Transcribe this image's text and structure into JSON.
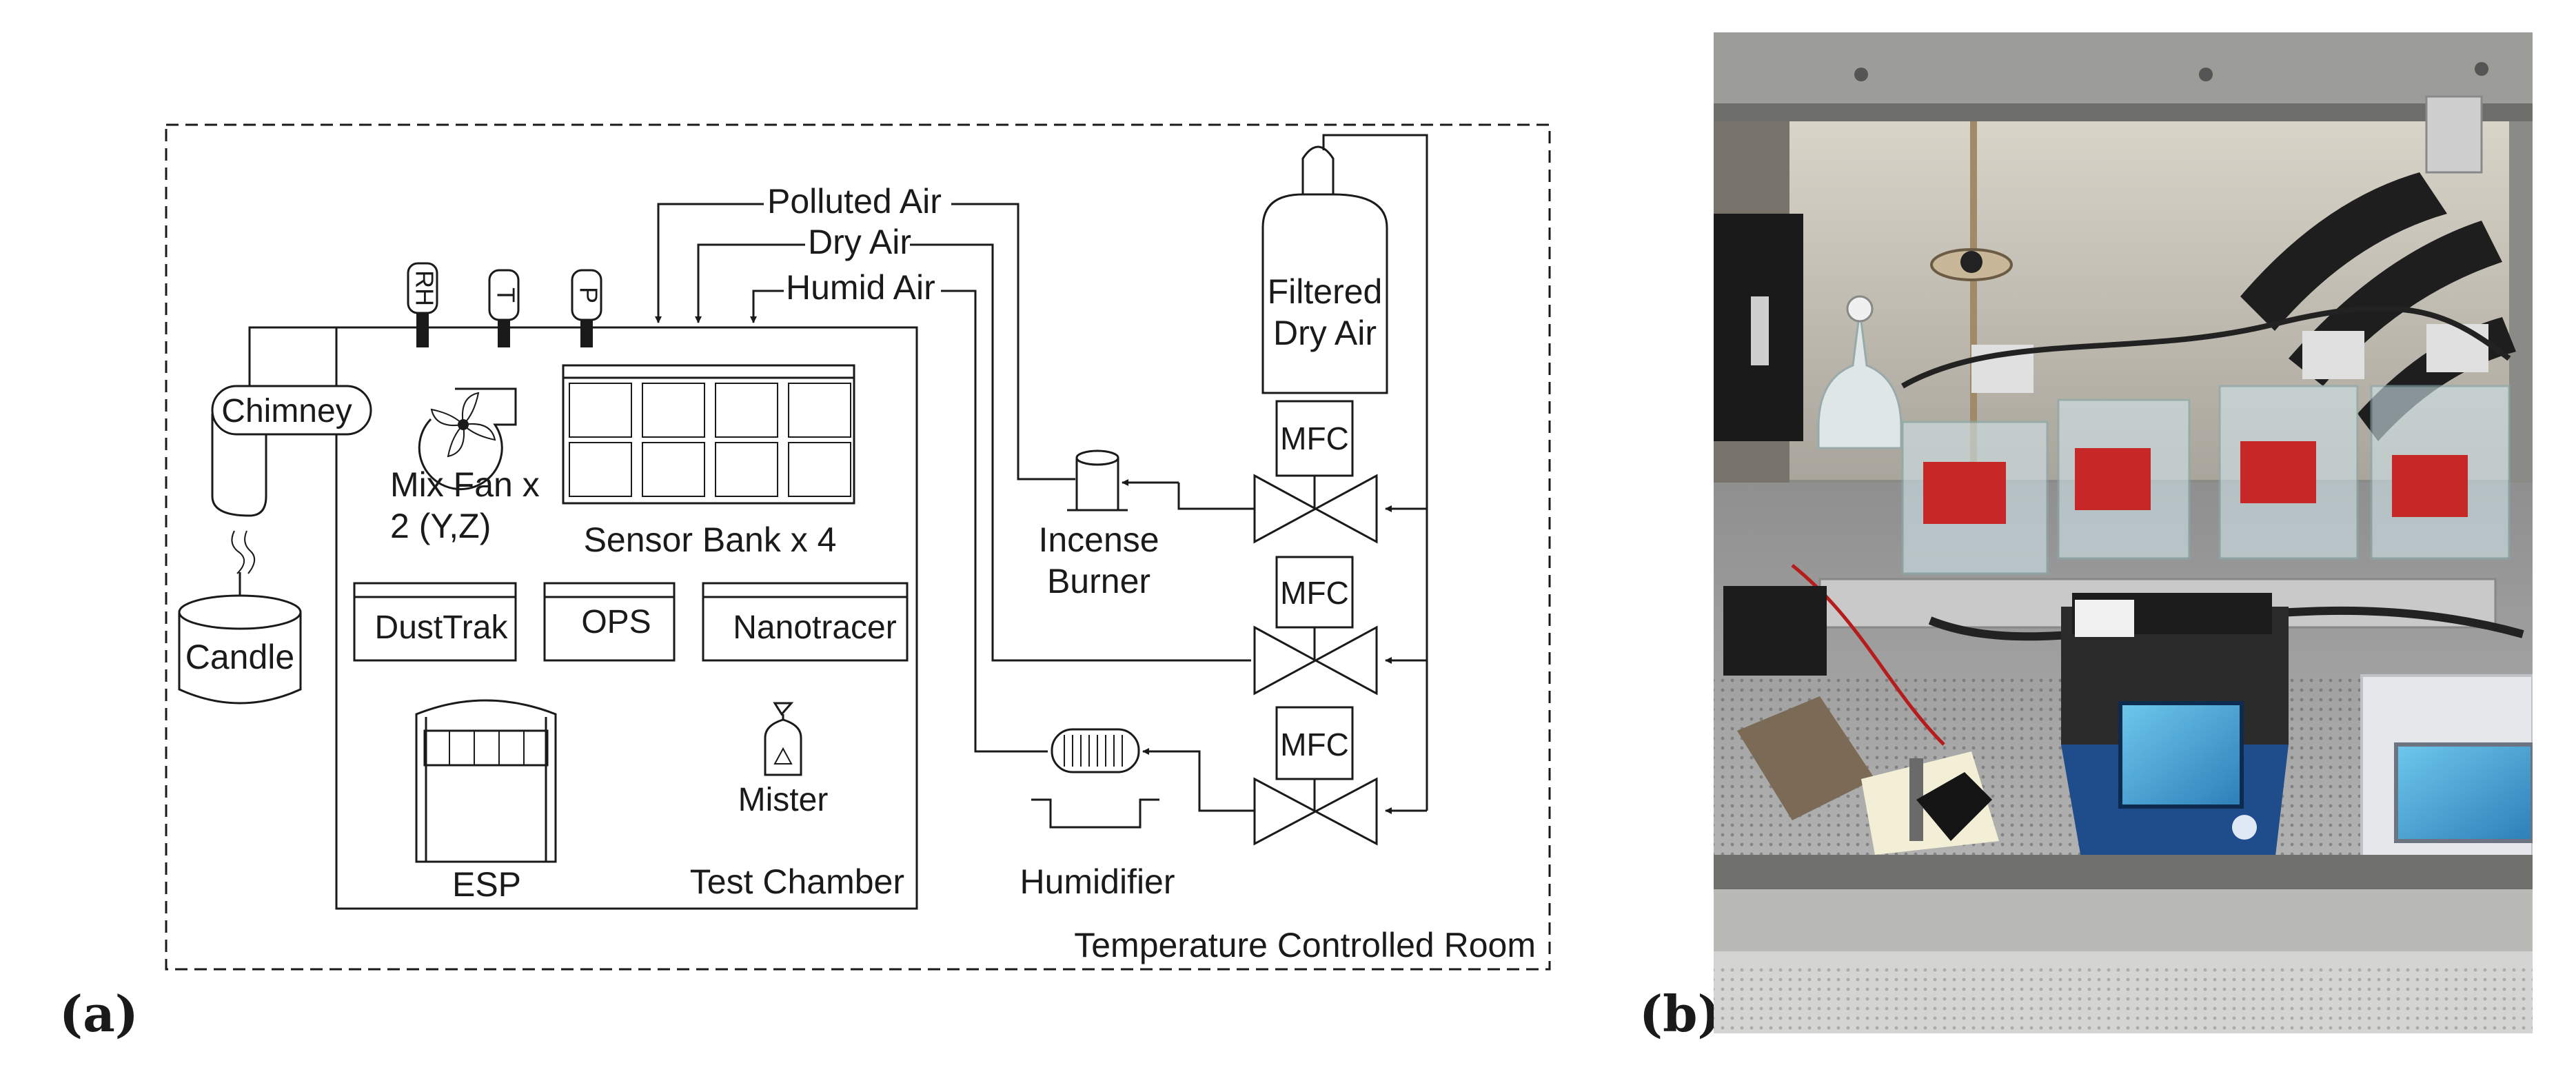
{
  "panel_a": {
    "label": "(a)",
    "room_label": "Temperature Controlled Room",
    "chamber_label": "Test Chamber",
    "gauges": [
      "RH",
      "T",
      "P"
    ],
    "inlets": [
      "Polluted Air",
      "Dry Air",
      "Humid Air"
    ],
    "chimney_label": "Chimney",
    "candle_label": "Candle",
    "fan_label_1": "Mix Fan x",
    "fan_label_2": "2 (Y,Z)",
    "sensor_bank_label": "Sensor Bank x 4",
    "instruments": [
      "DustTrak",
      "OPS",
      "Nanotracer"
    ],
    "esp_label": "ESP",
    "mister_label": "Mister",
    "tank_label_1": "Filtered",
    "tank_label_2": "Dry Air",
    "mfc_label": "MFC",
    "burner_label_1": "Incense",
    "burner_label_2": "Burner",
    "humidifier_label": "Humidifier"
  },
  "panel_b": {
    "label": "(b)"
  }
}
